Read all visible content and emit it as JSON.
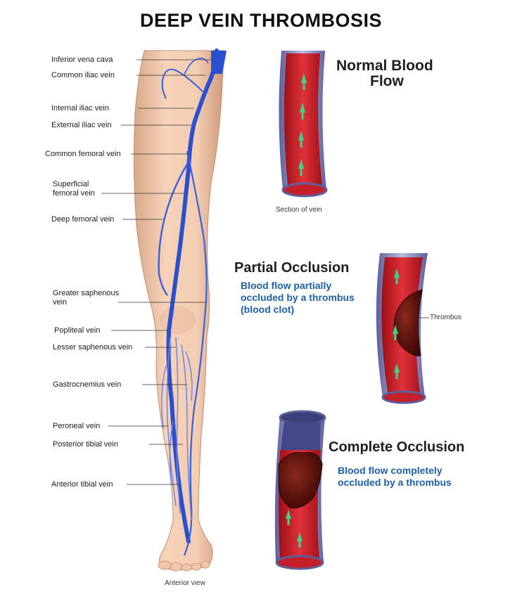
{
  "title": "DEEP VEIN THROMBOSIS",
  "leg": {
    "labels": [
      "Inferior vena cava",
      "Common iliac vein",
      "Internal iliac vein",
      "External iliac vein",
      "Common femoral vein",
      "Superficial femoral vein",
      "Deep femoral vein",
      "Greater saphenous vein",
      "Popliteal vein",
      "Lesser saphenous vein",
      "Gastrocnemius vein",
      "Peroneal vein",
      "Posterior tibial vein",
      "Anterior tibial vein"
    ],
    "caption": "Anterior view"
  },
  "normal": {
    "heading_line1": "Normal Blood",
    "heading_line2": "Flow",
    "caption": "Section of vein"
  },
  "partial": {
    "heading": "Partial Occlusion",
    "description": "Blood flow  partially occluded by a thrombus (blood clot)",
    "thrombus_label": "Thrombus"
  },
  "complete": {
    "heading": "Complete Occlusion",
    "description": "Blood flow  completely occluded by a thrombus"
  },
  "colors": {
    "vein_blue": "#2b4fd1",
    "skin": "#f1c6a8",
    "blood_red": "#d6202a",
    "vessel_wall": "#7a7fb8",
    "clot": "#6b1a12",
    "flow_arrow": "#3cd48a",
    "description_blue": "#1f5fa6"
  }
}
